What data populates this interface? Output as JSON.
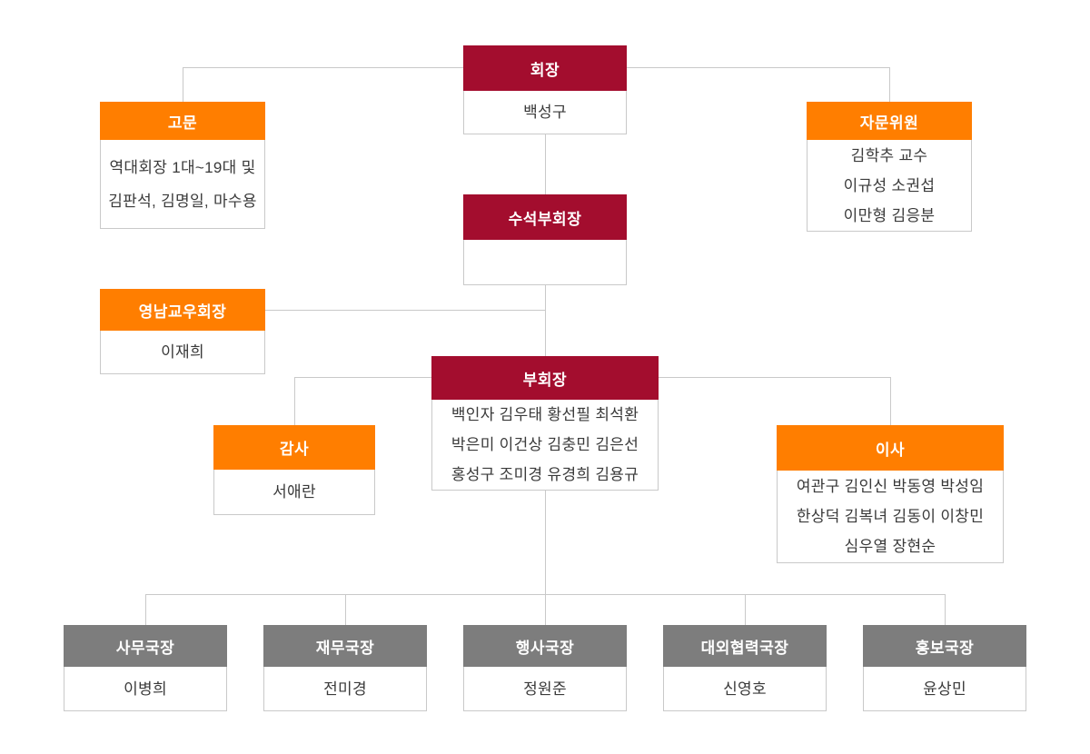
{
  "colors": {
    "maroon": "#A30D2E",
    "orange": "#FF7E00",
    "gray": "#7D7D7D",
    "line": "#C9C9C9",
    "border": "#C9C9C9",
    "header_text": "#FFFFFF",
    "body_text": "#3A3A3A",
    "background": "#FFFFFF"
  },
  "org_chart": {
    "chairman": {
      "title": "회장",
      "members": [
        "백성구"
      ]
    },
    "advisors": {
      "title": "고문",
      "members": [
        "역대회장 1대~19대 및",
        "김판석, 김명일, 마수용"
      ]
    },
    "advisory_committee": {
      "title": "자문위원",
      "members": [
        "김학추 교수",
        "이규성 소권섭",
        "이만형 김응분"
      ]
    },
    "senior_vice_chairman": {
      "title": "수석부회장",
      "members": []
    },
    "yeongnam_alumni_president": {
      "title": "영남교우회장",
      "members": [
        "이재희"
      ]
    },
    "vice_chairman": {
      "title": "부회장",
      "members": [
        "백인자 김우태 황선필 최석환",
        "박은미 이건상 김충민 김은선",
        "홍성구 조미경 유경희 김용규"
      ]
    },
    "auditor": {
      "title": "감사",
      "members": [
        "서애란"
      ]
    },
    "directors": {
      "title": "이사",
      "members": [
        "여관구 김인신 박동영 박성임",
        "한상덕 김복녀 김동이 이창민",
        "심우열 장현순"
      ]
    },
    "secretary_general": {
      "title": "사무국장",
      "members": [
        "이병희"
      ]
    },
    "finance_director": {
      "title": "재무국장",
      "members": [
        "전미경"
      ]
    },
    "events_director": {
      "title": "행사국장",
      "members": [
        "정원준"
      ]
    },
    "external_relations_director": {
      "title": "대외협력국장",
      "members": [
        "신영호"
      ]
    },
    "pr_director": {
      "title": "홍보국장",
      "members": [
        "윤상민"
      ]
    }
  }
}
